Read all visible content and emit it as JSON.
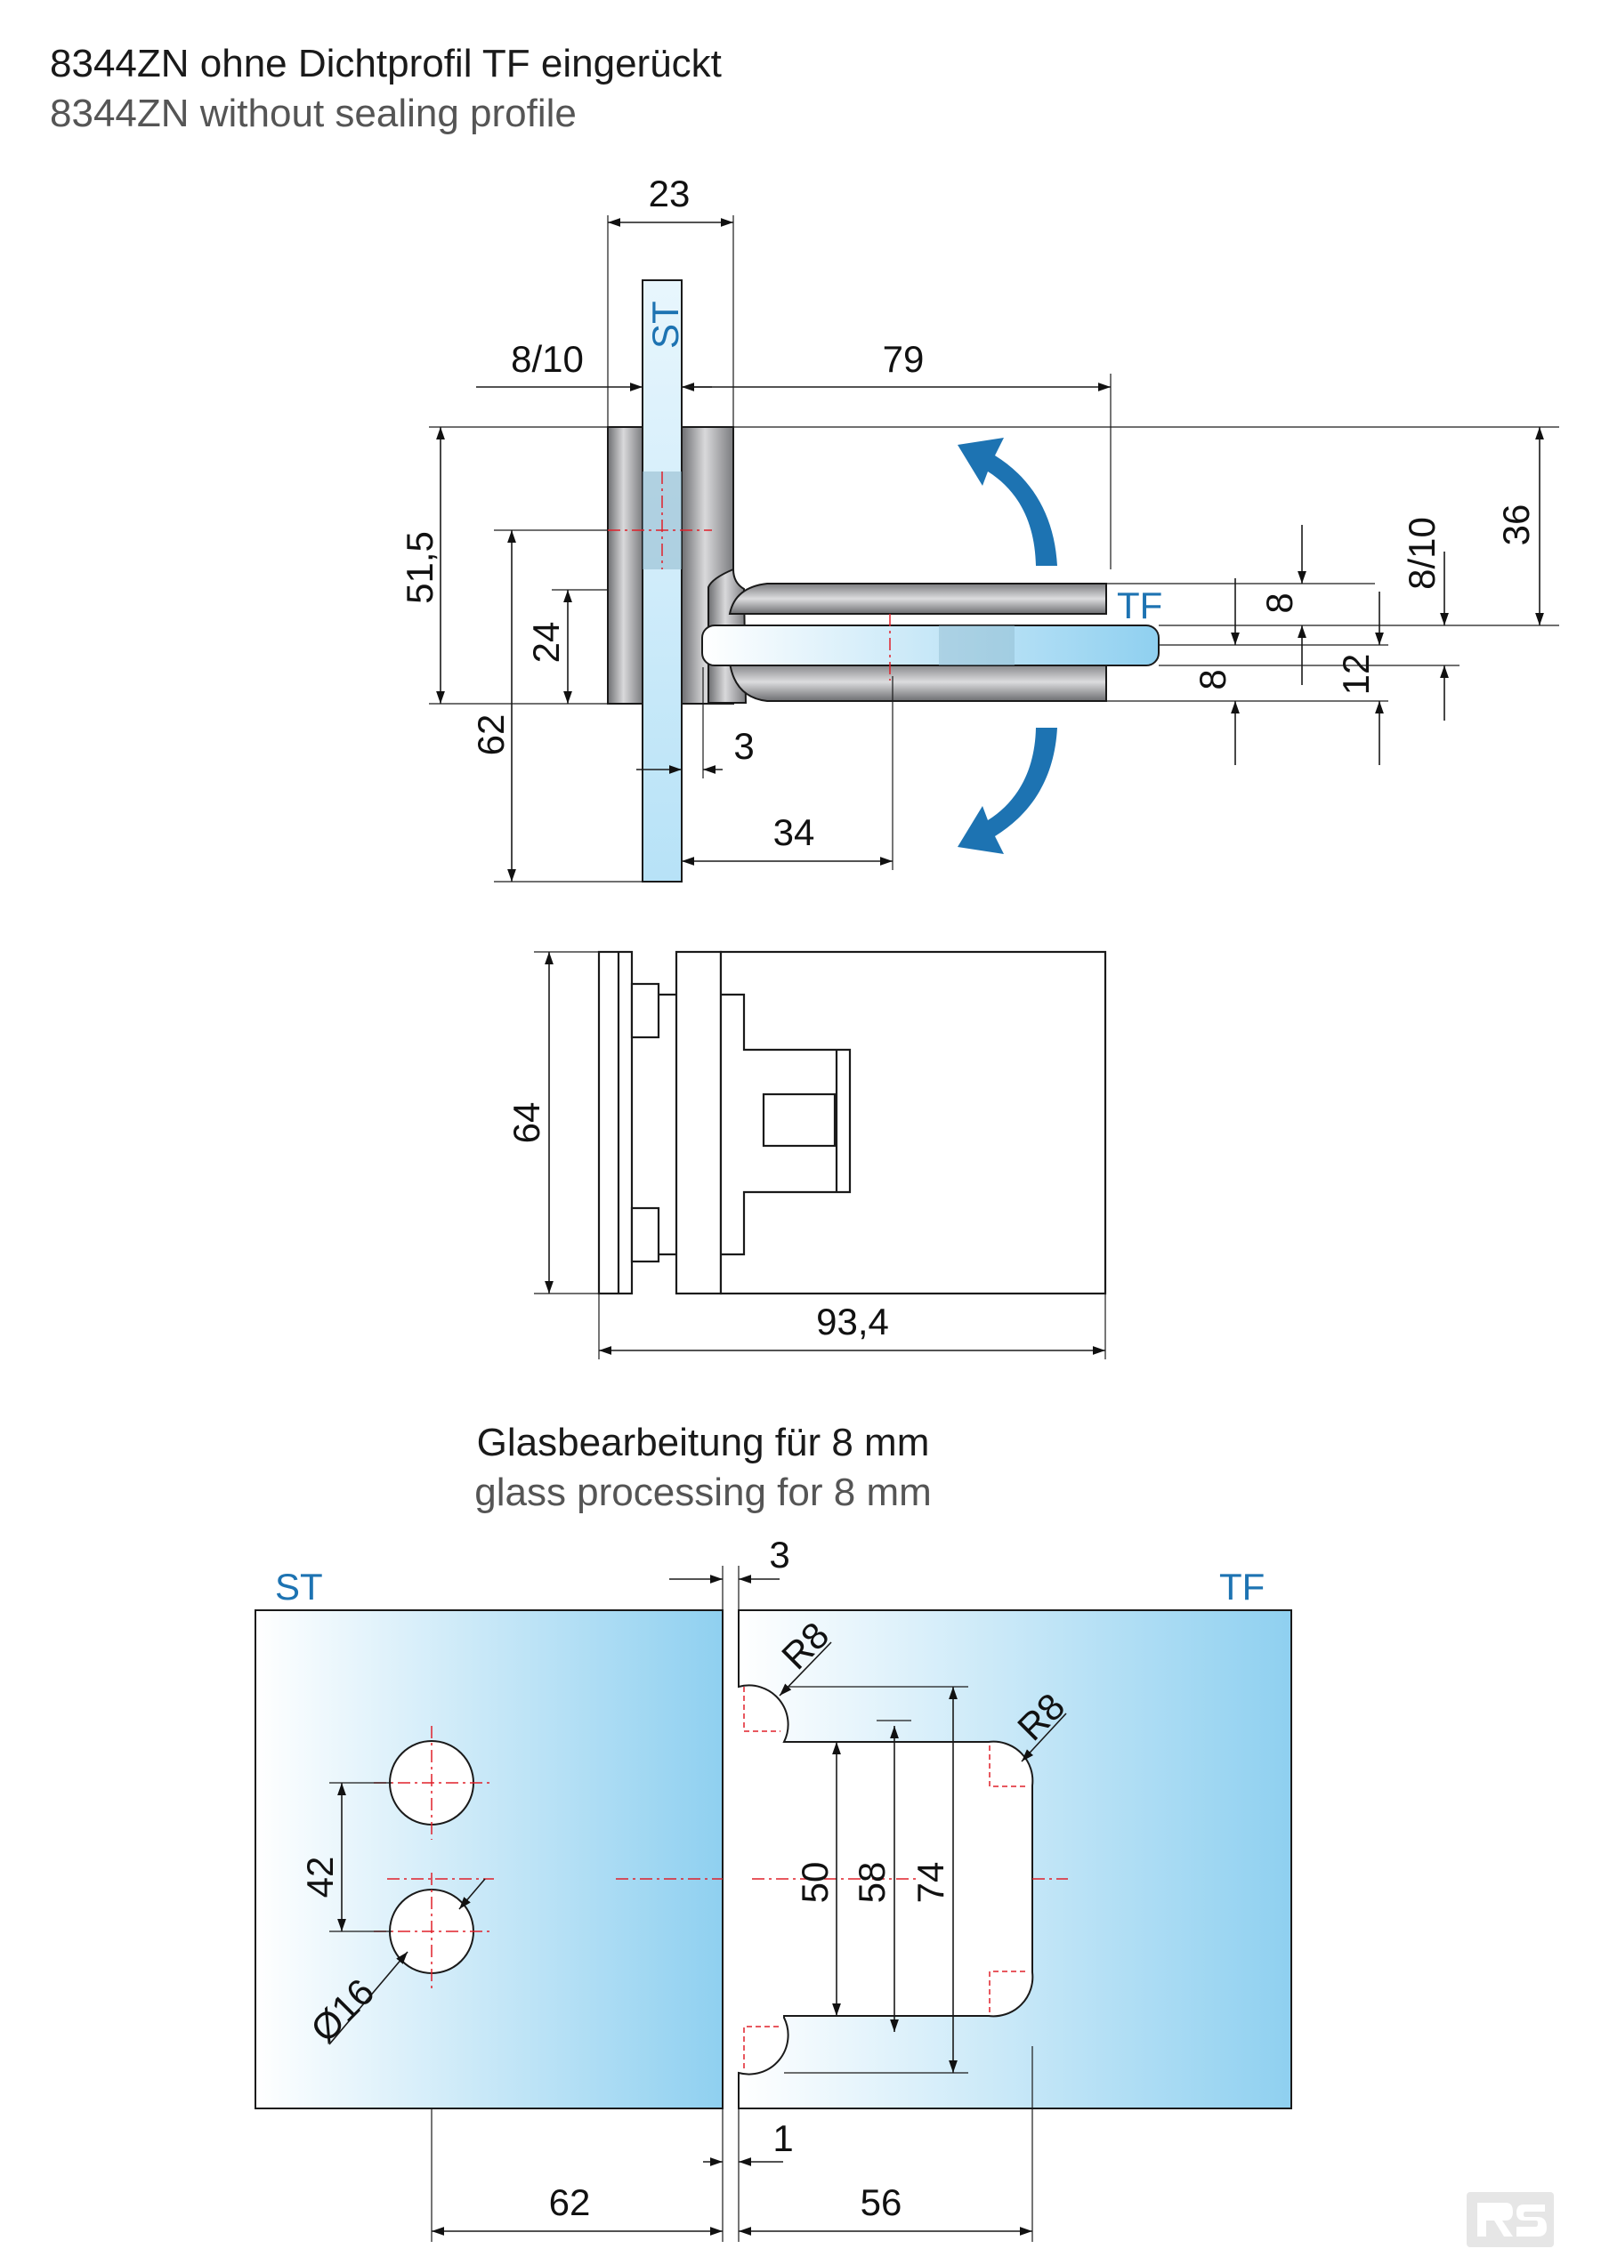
{
  "header": {
    "title_de": "8344ZN ohne Dichtprofil TF eingerückt",
    "title_en": "8344ZN without sealing profile"
  },
  "top_view": {
    "label_st": "ST",
    "label_tf": "TF",
    "dims": {
      "d23": "23",
      "d8_10_left": "8/10",
      "d79": "79",
      "d51_5": "51,5",
      "d24": "24",
      "d62": "62",
      "d3": "3",
      "d34": "34",
      "d8_upper": "8",
      "d8_lower": "8",
      "d12": "12",
      "d8_10_right": "8/10",
      "d36": "36"
    }
  },
  "side_view": {
    "dims": {
      "d64": "64",
      "d93_4": "93,4"
    }
  },
  "glass_section": {
    "title_de": "Glasbearbeitung für 8 mm",
    "title_en": "glass processing for 8 mm",
    "label_st": "ST",
    "label_tf": "TF",
    "dims": {
      "d3": "3",
      "r8_left": "R8",
      "r8_right": "R8",
      "d42": "42",
      "d50": "50",
      "d58": "58",
      "d74": "74",
      "d16": "Ø16",
      "d62": "62",
      "d1": "1",
      "d56": "56"
    }
  },
  "colors": {
    "accent_blue": "#1d73b2",
    "glass_light": "#ffffff",
    "glass_dark": "#8fd0f0",
    "centerline_red": "#e0202a"
  },
  "logo": "RS"
}
